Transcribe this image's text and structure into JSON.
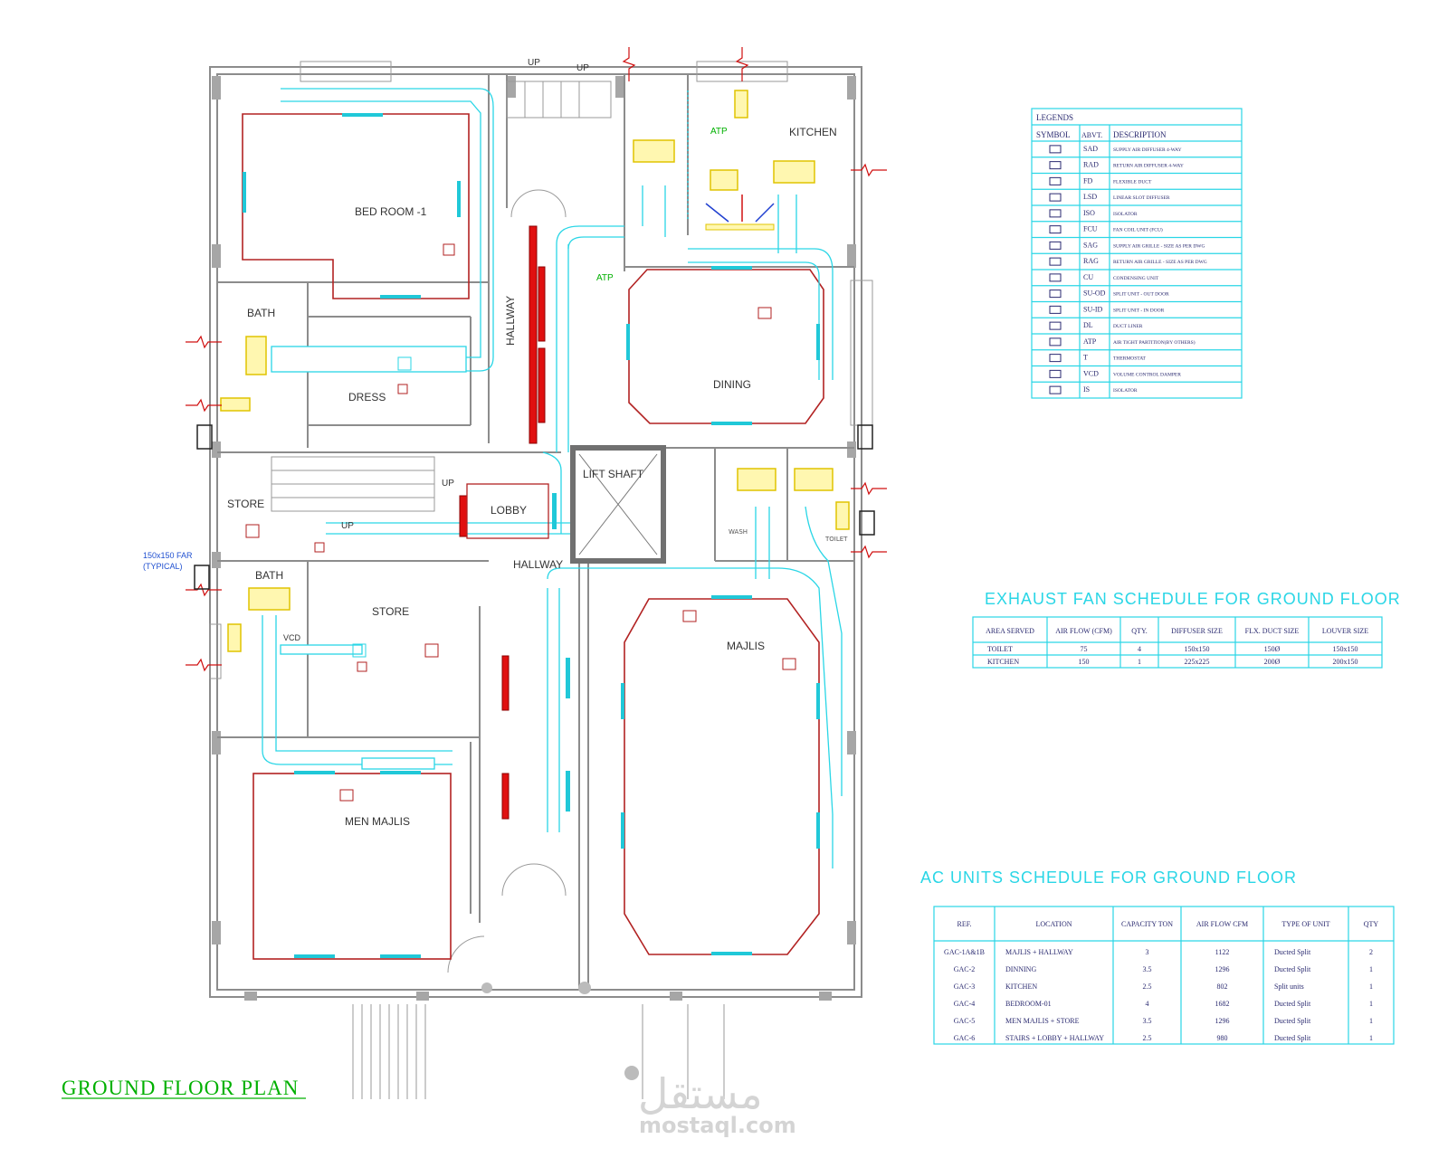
{
  "plan_title": "GROUND FLOOR PLAN",
  "rooms": {
    "bedroom1": "BED ROOM -1",
    "bath1": "BATH",
    "dress": "DRESS",
    "store1": "STORE",
    "hallway_v": "HALLWAY",
    "hallway_h": "HALLWAY",
    "kitchen": "KITCHEN",
    "dining": "DINING",
    "lift_shaft": "LIFT SHAFT",
    "lobby": "LOBBY",
    "bath2": "BATH",
    "store2": "STORE",
    "majlis": "MAJLIS",
    "men_majlis": "MEN MAJLIS",
    "wash": "WASH",
    "toilet": "TOILET"
  },
  "annotations": {
    "up1": "UP",
    "up2": "UP",
    "up3": "UP",
    "up4": "UP",
    "atp1": "ATP",
    "atp2": "ATP",
    "vcd": "VCD",
    "far_line1": "150x150 FAR",
    "far_line2": "(TYPICAL)"
  },
  "legend": {
    "title": "LEGENDS",
    "headers": [
      "SYMBOL",
      "ABVT.",
      "DESCRIPTION"
    ],
    "rows": [
      {
        "abvt": "SAD",
        "desc": "SUPPLY AIR DIFFUSER 4-WAY"
      },
      {
        "abvt": "RAD",
        "desc": "RETURN AIR DIFFUSER 4-WAY"
      },
      {
        "abvt": "FD",
        "desc": "FLEXIBLE DUCT"
      },
      {
        "abvt": "LSD",
        "desc": "LINEAR SLOT DIFFUSER"
      },
      {
        "abvt": "ISO",
        "desc": "ISOLATOR"
      },
      {
        "abvt": "FCU",
        "desc": "FAN COIL UNIT (FCU)"
      },
      {
        "abvt": "SAG",
        "desc": "SUPPLY AIR GRILLE - SIZE AS PER DWG"
      },
      {
        "abvt": "RAG",
        "desc": "RETURN AIR GRILLE - SIZE AS PER DWG"
      },
      {
        "abvt": "CU",
        "desc": "CONDENSING UNIT"
      },
      {
        "abvt": "SU-OD",
        "desc": "SPLIT UNIT - OUT DOOR"
      },
      {
        "abvt": "SU-ID",
        "desc": "SPLIT UNIT - IN DOOR"
      },
      {
        "abvt": "DL",
        "desc": "DUCT LINER"
      },
      {
        "abvt": "ATP",
        "desc": "AIR TIGHT PARTITION(BY OTHERS)"
      },
      {
        "abvt": "T",
        "desc": "THERMOSTAT"
      },
      {
        "abvt": "VCD",
        "desc": "VOLUME CONTROL DAMPER"
      },
      {
        "abvt": "IS",
        "desc": "ISOLATOR"
      }
    ]
  },
  "exhaust": {
    "title": "EXHAUST FAN SCHEDULE FOR GROUND FLOOR",
    "headers": [
      "AREA SERVED",
      "AIR FLOW (CFM)",
      "QTY.",
      "DIFFUSER SIZE",
      "FLX. DUCT SIZE",
      "LOUVER SIZE"
    ],
    "rows": [
      [
        "TOILET",
        "75",
        "4",
        "150x150",
        "150Ø",
        "150x150"
      ],
      [
        "KITCHEN",
        "150",
        "1",
        "225x225",
        "200Ø",
        "200x150"
      ]
    ]
  },
  "ac": {
    "title": "AC UNITS SCHEDULE FOR GROUND FLOOR",
    "headers": [
      "REF.",
      "LOCATION",
      "CAPACITY TON",
      "AIR FLOW CFM",
      "TYPE OF UNIT",
      "QTY"
    ],
    "rows": [
      [
        "GAC-1A&1B",
        "MAJLIS + HALLWAY",
        "3",
        "1122",
        "Ducted Split",
        "2"
      ],
      [
        "GAC-2",
        "DINNING",
        "3.5",
        "1296",
        "Ducted Split",
        "1"
      ],
      [
        "GAC-3",
        "KITCHEN",
        "2.5",
        "802",
        "Split units",
        "1"
      ],
      [
        "GAC-4",
        "BEDROOM-01",
        "4",
        "1682",
        "Ducted Split",
        "1"
      ],
      [
        "GAC-5",
        "MEN MAJLIS + STORE",
        "3.5",
        "1296",
        "Ducted Split",
        "1"
      ],
      [
        "GAC-6",
        "STAIRS + LOBBY + HALLWAY",
        "2.5",
        "980",
        "Ducted Split",
        "1"
      ]
    ]
  },
  "watermark": {
    "arabic": "مستقل",
    "latin": "mostaql.com"
  },
  "colors": {
    "duct": "#2ad6e6",
    "wall": "#8c8c8c",
    "room_outline": "#b22222",
    "title_green": "#00b000",
    "unit_yellow": "#e0c400"
  }
}
